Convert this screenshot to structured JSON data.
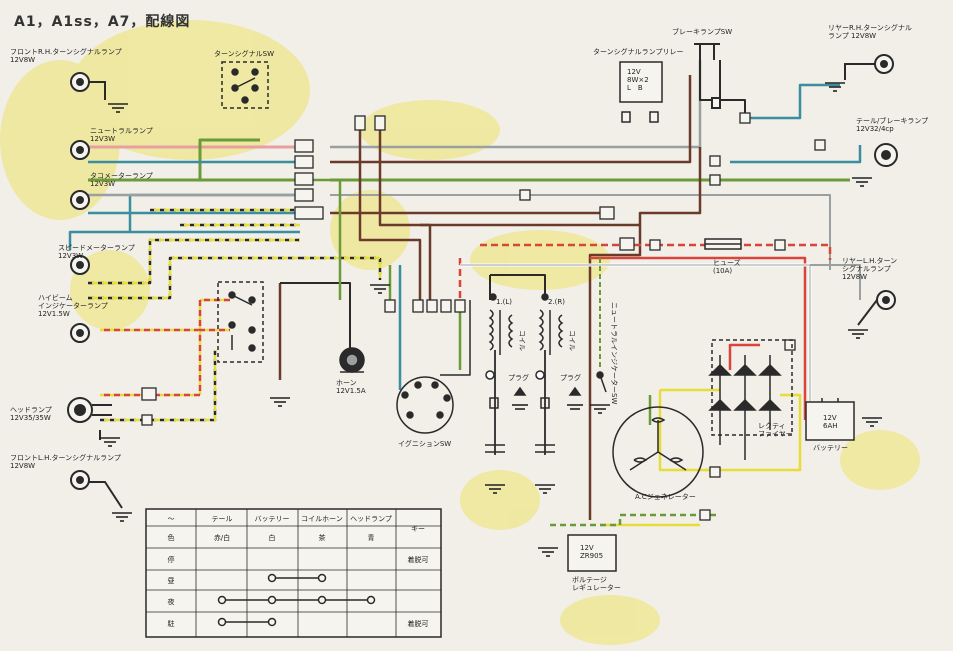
{
  "title": "A1，A1ss，A7，配線図",
  "colors": {
    "background": "#f1efe8",
    "yellow_stain": "#ece36a",
    "wire_red": "#d8453a",
    "wire_green": "#6a9a3a",
    "wire_blue": "#3a8ea0",
    "wire_brown": "#6a3a2a",
    "wire_yellow": "#e6dc3a",
    "wire_black": "#2a2a2a",
    "wire_gray": "#9aa0a0",
    "wire_pink": "#e7a0a0",
    "wire_white": "#ffffff"
  },
  "components": {
    "front_rh_turn": "フロントR.H.ターンシグナルランプ\n12V8W",
    "turn_sw": "ターンシグナルSW",
    "neutral_lamp": "ニュートラルランプ\n12V3W",
    "tacho_lamp": "タコメーターランプ\n12V3W",
    "speedo_lamp": "スピードメーターランプ\n12V3W",
    "hibeam_lamp": "ハイビーム\nインジケーターランプ\n12V1.5W",
    "headlamp": "ヘッドランプ\n12V35/35W",
    "front_lh_turn": "フロントL.H.ターンシグナルランプ\n12V8W",
    "horn": "ホーン\n12V1.5A",
    "ignition_sw": "イグニションSW",
    "turn_relay_label": "ターンシグナルランプリレー",
    "turn_relay_spec": "12V\n8W×2\nL　B",
    "brake_sw": "ブレーキランプSW",
    "rear_rh_turn": "リヤーR.H.ターンシグナル\nランプ 12V8W",
    "tail_brake": "テール/ブレーキランプ\n12V32/4cp",
    "rear_lh_turn": "リヤーL.H.ターン\nシグナルランプ\n12V8W",
    "fuse": "ヒューズ\n(10A)",
    "neutral_sw": "ニュートラルインジケーターSW",
    "coil_1": "1.(L)",
    "coil_2": "2.(R)",
    "plug": "プラグ",
    "coil_label": "コイル",
    "rectifier": "レクティ\nファイヤー",
    "battery_spec": "12V\n6AH",
    "battery": "バッテリー",
    "ac_gen": "A.Cジェネレーター",
    "regulator_spec": "12V\nZR905",
    "regulator": "ボルテージ\nレギュレーター"
  },
  "key_table": {
    "headers": [
      "～",
      "テール",
      "バッテリー",
      "コイルホーン",
      "ヘッドランプ",
      "キー"
    ],
    "color_row": [
      "色",
      "赤/白",
      "白",
      "茶",
      "青",
      ""
    ],
    "rows": [
      {
        "label": "停",
        "key": "着脱可"
      },
      {
        "label": "昼",
        "key": ""
      },
      {
        "label": "夜",
        "key": ""
      },
      {
        "label": "駐",
        "key": "着脱可"
      }
    ]
  }
}
